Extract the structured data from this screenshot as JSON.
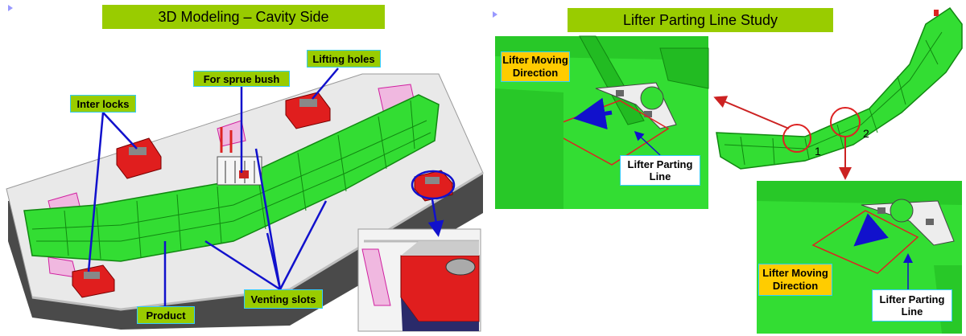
{
  "left_panel": {
    "title": "3D Modeling – Cavity Side",
    "labels": {
      "inter_locks": "Inter locks",
      "for_sprue_bush": "For sprue  bush",
      "lifting_holes": "Lifting holes",
      "product": "Product",
      "venting_slots": "Venting slots"
    }
  },
  "right_panel": {
    "title": "Lifter Parting Line Study",
    "labels": {
      "lifter_moving_direction_top": "Lifter Moving Direction",
      "lifter_parting_line_top": "Lifter Parting Line",
      "lifter_moving_direction_bottom": "Lifter Moving Direction",
      "lifter_parting_line_bottom": "Lifter Parting Line"
    },
    "detail_markers": [
      "1",
      "2"
    ]
  },
  "colors": {
    "title_green": "#99cc00",
    "label_orange": "#ffcc00",
    "part_green": "#33dd33",
    "block_red": "#e01e1e",
    "leader_blue": "#1111cc",
    "marker_red": "#dd2222"
  }
}
